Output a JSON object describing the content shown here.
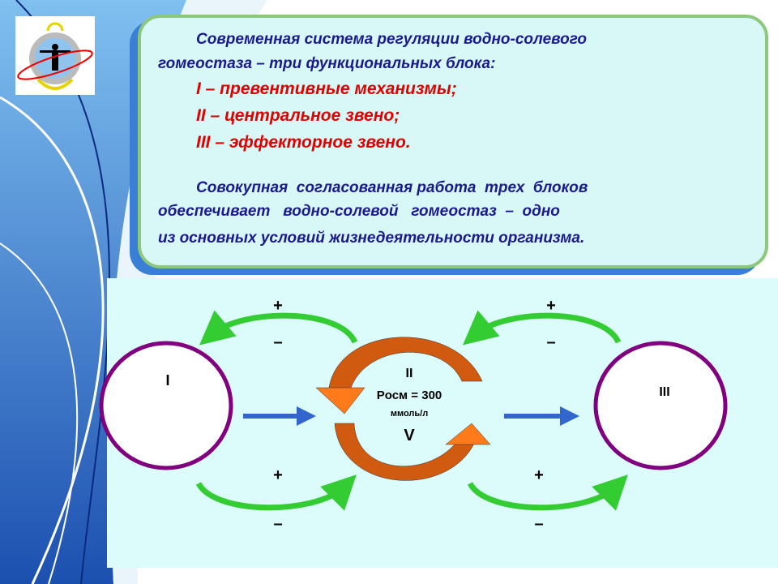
{
  "header": {
    "logo": "Anchor emblem with human figure and globe"
  },
  "textbox": {
    "line1": "Современная система регуляции водно-солевого",
    "line2": "гомеостаза – три функциональных блока:",
    "blocks": [
      "I – превентивные механизмы;",
      "II – центральное звено;",
      "III – эффекторное звено."
    ],
    "para": [
      "Совокупная  согласованная работа  трех  блоков",
      "обеспечивает   водно-солевой   гомеостаз  –  одно",
      "из основных условий жизнедеятельности организма."
    ]
  },
  "diagram": {
    "block1": "I",
    "block3": "III",
    "center": {
      "title": "II",
      "formula": "Pосм = 300",
      "unit": "ммоль/л",
      "symbol": "V"
    },
    "plus": "+",
    "minus": "–",
    "colors": {
      "circle": "#800080",
      "cycle": "#e8600a",
      "feedback": "#33cc33",
      "flow": "#3366cc"
    }
  }
}
